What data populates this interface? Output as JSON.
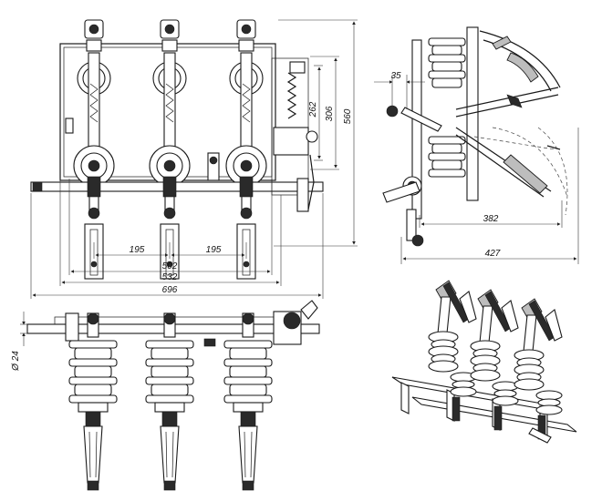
{
  "dimensions": {
    "pole_spacing_1": "195",
    "pole_spacing_2": "195",
    "width_502": "502",
    "width_532": "532",
    "width_696": "696",
    "height_262": "262",
    "height_306": "306",
    "height_560": "560",
    "side_35": "35",
    "side_382": "382",
    "side_427": "427",
    "shaft_dia": "Ø 24"
  },
  "colors": {
    "line": "#1a1a1a",
    "insulator_fill": "#ffffff",
    "hardware_fill": "#2a2a2a",
    "background": "#ffffff"
  }
}
